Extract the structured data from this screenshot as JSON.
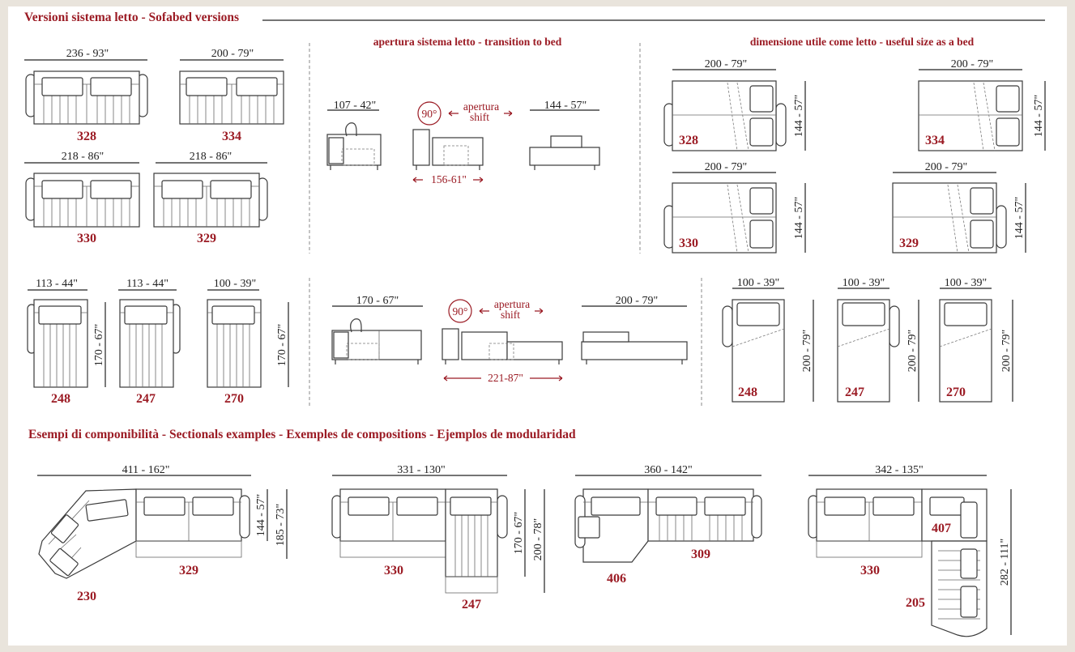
{
  "header": {
    "title": "Versioni sistema letto - Sofabed versions",
    "transition": "apertura sistema letto - transition to bed",
    "useful": "dimensione utile come letto - useful size as a bed",
    "sectionals": "Esempi di componibilità  -  Sectionals examples - Exemples de compositions - Ejemplos de modularidad"
  },
  "versions": {
    "m328": {
      "width": "236 - 93\"",
      "label": "328"
    },
    "m334": {
      "width": "200 - 79\"",
      "label": "334"
    },
    "m330": {
      "width": "218 - 86\"",
      "label": "330"
    },
    "m329": {
      "width": "218 - 86\"",
      "label": "329"
    },
    "m248": {
      "width": "113 - 44\"",
      "label": "248"
    },
    "m247": {
      "width": "113 - 44\"",
      "label": "247"
    },
    "m270": {
      "width": "100 - 39\"",
      "label": "270"
    },
    "depth_single": "170 - 67\""
  },
  "transition": {
    "top": {
      "start": "107 - 42\"",
      "end": "144 - 57\"",
      "open": "156-61\"",
      "angle": "90°",
      "shift_it": "apertura",
      "shift_en": "shift"
    },
    "bottom": {
      "start": "170 - 67\"",
      "end": "200 - 79\"",
      "open": "221-87\"",
      "angle": "90°",
      "shift_it": "apertura",
      "shift_en": "shift"
    }
  },
  "useful": {
    "b328": {
      "width": "200 - 79\"",
      "depth": "144 - 57\"",
      "label": "328"
    },
    "b334": {
      "width": "200 - 79\"",
      "depth": "144 - 57\"",
      "label": "334"
    },
    "b330": {
      "width": "200 - 79\"",
      "depth": "144 - 57\"",
      "label": "330"
    },
    "b329": {
      "width": "200 - 79\"",
      "depth": "144 - 57\"",
      "label": "329"
    },
    "b248": {
      "width": "100 - 39\"",
      "depth": "200 - 79\"",
      "label": "248"
    },
    "b247": {
      "width": "100 - 39\"",
      "depth": "200 - 79\"",
      "label": "247"
    },
    "b270": {
      "width": "100 - 39\"",
      "depth": "200 - 79\"",
      "label": "270"
    }
  },
  "sectionals": {
    "ex1": {
      "width": "411 - 162\"",
      "depth1": "144 - 57\"",
      "depth2": "185 - 73\"",
      "labels": [
        "329",
        "230"
      ]
    },
    "ex2": {
      "width": "331 - 130\"",
      "depth1": "170 - 67\"",
      "depth2": "200 - 78\"",
      "labels": [
        "330",
        "247"
      ]
    },
    "ex3": {
      "width": "360 - 142\"",
      "labels": [
        "309",
        "406"
      ]
    },
    "ex4": {
      "width": "342 - 135\"",
      "depth": "282 - 111\"",
      "labels": [
        "407",
        "330",
        "205"
      ]
    }
  }
}
